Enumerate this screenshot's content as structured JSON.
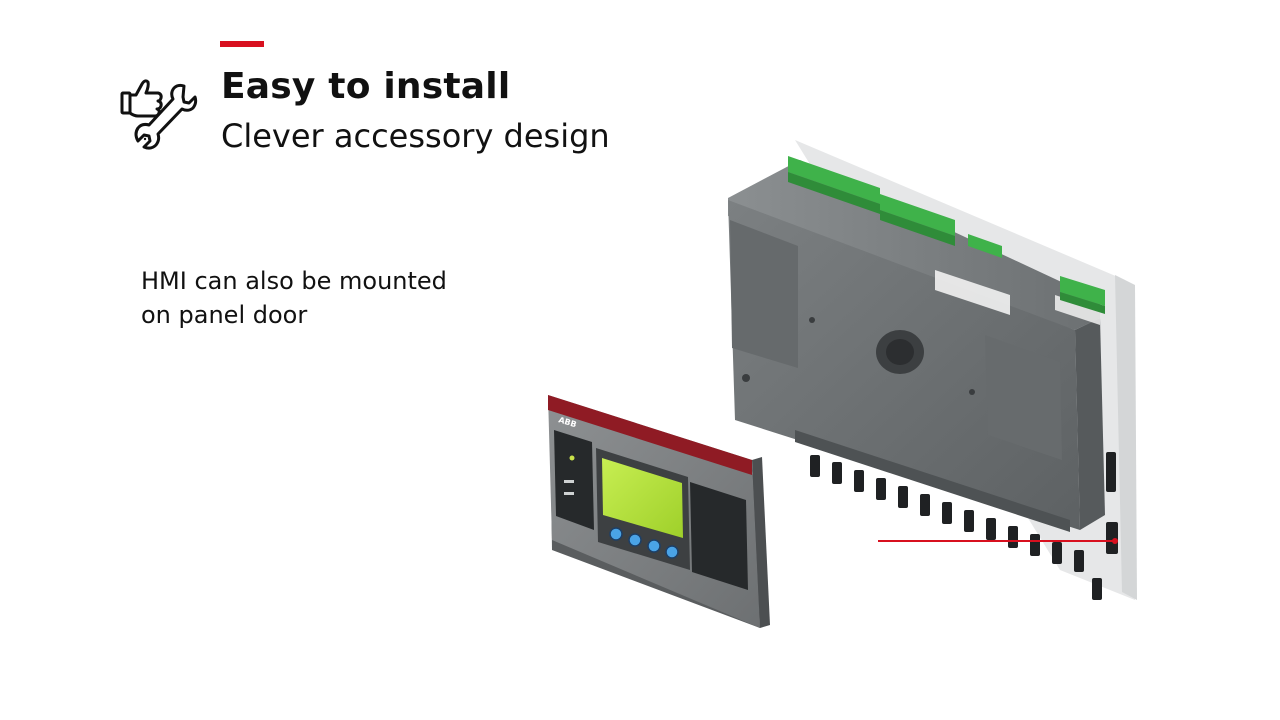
{
  "header": {
    "title": "Easy to install",
    "subtitle": "Clever accessory design"
  },
  "body": {
    "line1": "HMI can also be mounted",
    "line2": "on panel door"
  },
  "hmi": {
    "logo": "ABB"
  },
  "icons": {
    "hero": "thumbs-up-wrench-icon"
  },
  "colors": {
    "accent": "#d8101f",
    "terminal_green": "#3fb24a",
    "housing_gray": "#6f7375",
    "lcd_green": "#b6e33c"
  }
}
